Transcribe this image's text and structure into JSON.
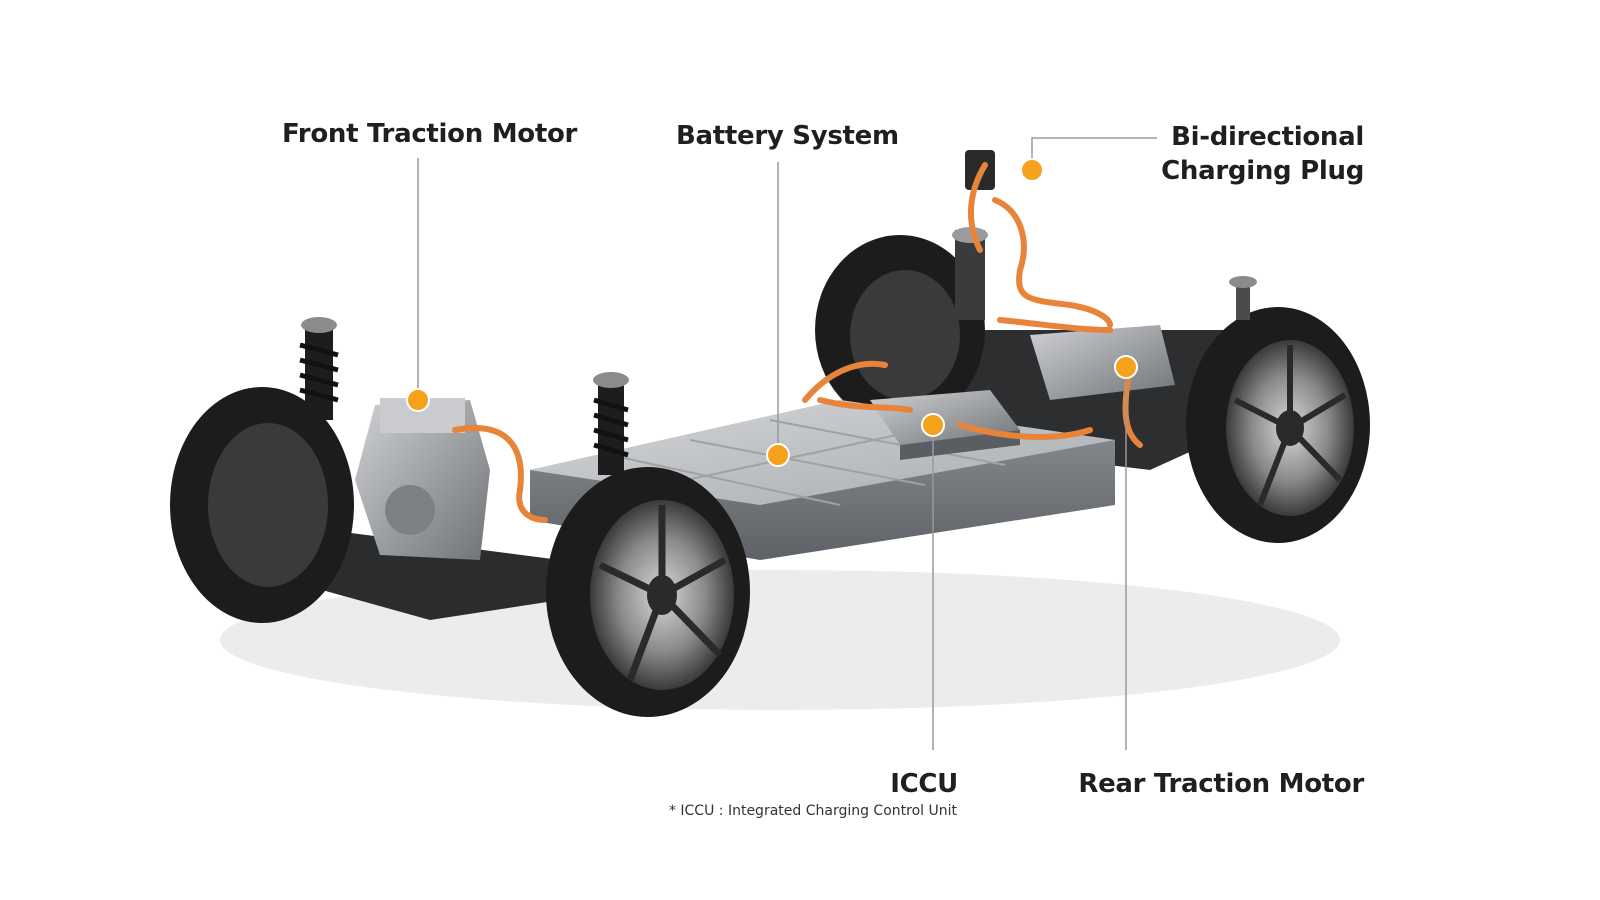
{
  "labels": {
    "front_traction_motor": "Front Traction Motor",
    "battery_system": "Battery System",
    "bidirectional_line1": "Bi-directional",
    "bidirectional_line2": "Charging Plug",
    "iccu": "ICCU",
    "rear_traction_motor": "Rear Traction Motor"
  },
  "footnote": "* ICCU : Integrated Charging Control Unit",
  "colors": {
    "marker": "#f5a11c",
    "cable": "#e8843a",
    "leader": "#9a9a9a",
    "tire": "#1c1c1c",
    "battery": "#b9bcc0",
    "text": "#1f1f1f"
  }
}
